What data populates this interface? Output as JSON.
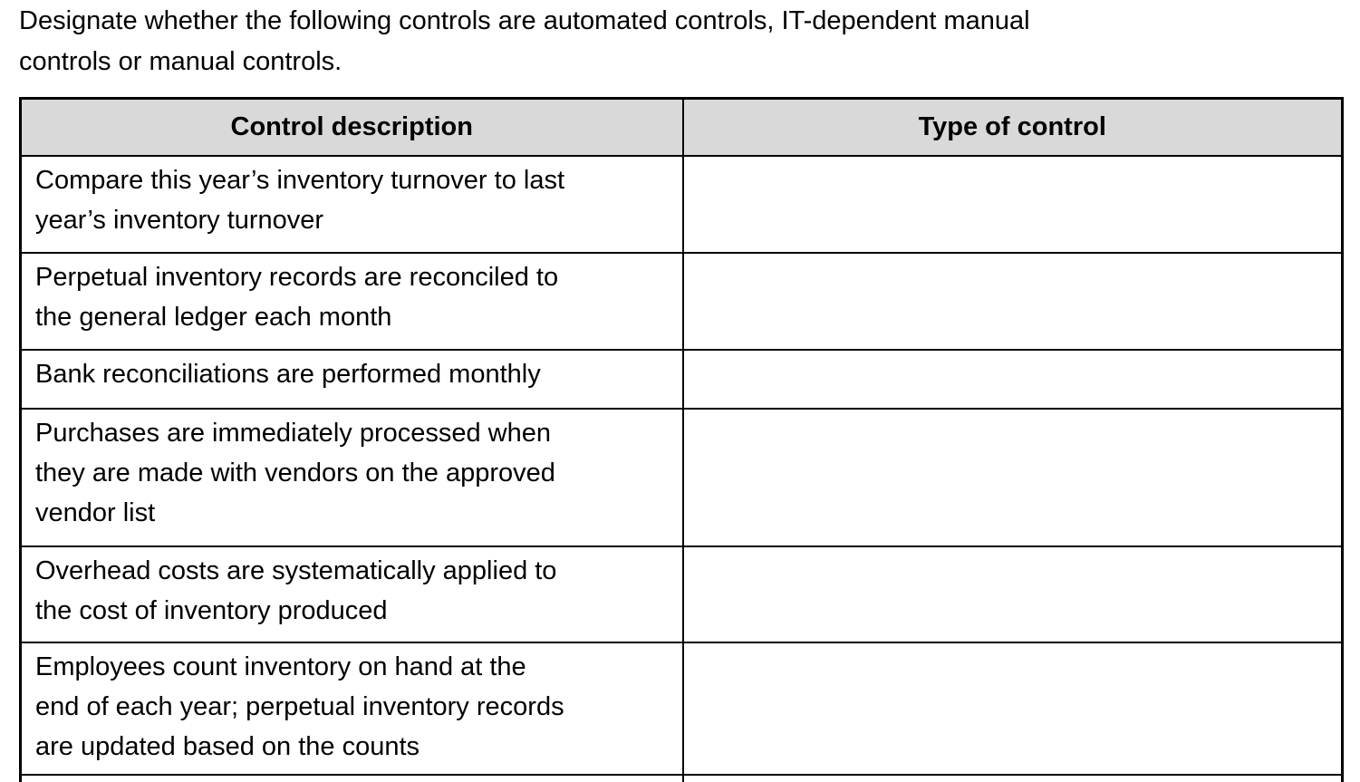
{
  "intro": "Designate whether the following controls are automated controls, IT-dependent manual\ncontrols or manual controls.",
  "table": {
    "headers": [
      "Control description",
      "Type of control"
    ],
    "rows": [
      {
        "description": "Compare this year’s inventory turnover to last\nyear’s inventory turnover",
        "type_of_control": ""
      },
      {
        "description": "Perpetual inventory records are reconciled to\nthe general ledger each month",
        "type_of_control": ""
      },
      {
        "description": "Bank reconciliations are performed monthly",
        "type_of_control": ""
      },
      {
        "description": "Purchases are immediately processed when\nthey are made with vendors on the approved\nvendor list",
        "type_of_control": ""
      },
      {
        "description": "Overhead costs are systematically applied to\nthe cost of inventory produced",
        "type_of_control": ""
      },
      {
        "description": "Employees count inventory on hand at the\nend of each year; perpetual inventory records\nare updated based on the counts",
        "type_of_control": ""
      }
    ]
  },
  "colors": {
    "header_background": "#d9d9d9",
    "border": "#000000",
    "text": "#000000",
    "page_background": "#ffffff"
  }
}
